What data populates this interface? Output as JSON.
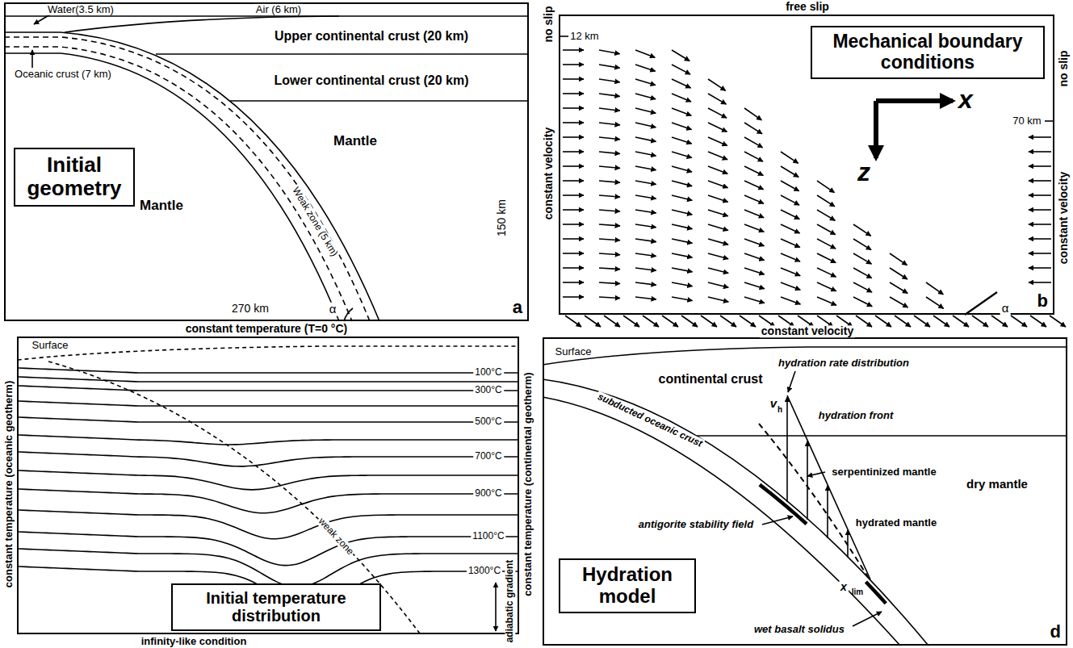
{
  "diagram": {
    "nodes": [
      {
        "text": [
          "a"
        ]
      },
      {
        "text": [
          "Initial geometry"
        ],
        "in": 0
      },
      {
        "text": [
          "b"
        ]
      },
      {
        "text": [
          "Mechanical boundary conditions"
        ],
        "in": 2
      },
      {
        "text": [
          "Initial temperature distribution"
        ]
      },
      {
        "text": [
          "d"
        ]
      },
      {
        "text": [
          "Hydration model"
        ],
        "in": 5
      }
    ],
    "labels": [
      "Water(3.5 km)",
      "Air (6 km)",
      "Upper continental crust (20 km)",
      "Oceanic crust (7 km)",
      "Lower continental crust (20 km)",
      "Mantle",
      "Mantle",
      "Weak zone (5 km)",
      "150 km",
      "270 km",
      "α",
      "no slip",
      "free slip",
      "12 km",
      "x",
      "z",
      "constant velocity",
      "no slip",
      "70 km",
      "constant velocity",
      "α",
      "constant velocity",
      "constant temperature (T=0 °C)",
      "Surface",
      "100°C",
      "300°C",
      "500°C",
      "700°C",
      "900°C",
      "1100°C",
      "1300°C",
      "constant temperature (oceanic geotherm)",
      "constant temperature (continental geotherm)",
      "weak zone",
      "adiabatic gradient",
      "infinity-like condition",
      "Surface",
      "continental crust",
      "hydration rate distribution",
      "v",
      "h",
      "hydration front",
      "subducted oceanic crust",
      "serpentinized mantle",
      "antigorite stability field",
      "hydrated mantle",
      "dry mantle",
      "x",
      "lim",
      "wet basalt solidus"
    ]
  }
}
